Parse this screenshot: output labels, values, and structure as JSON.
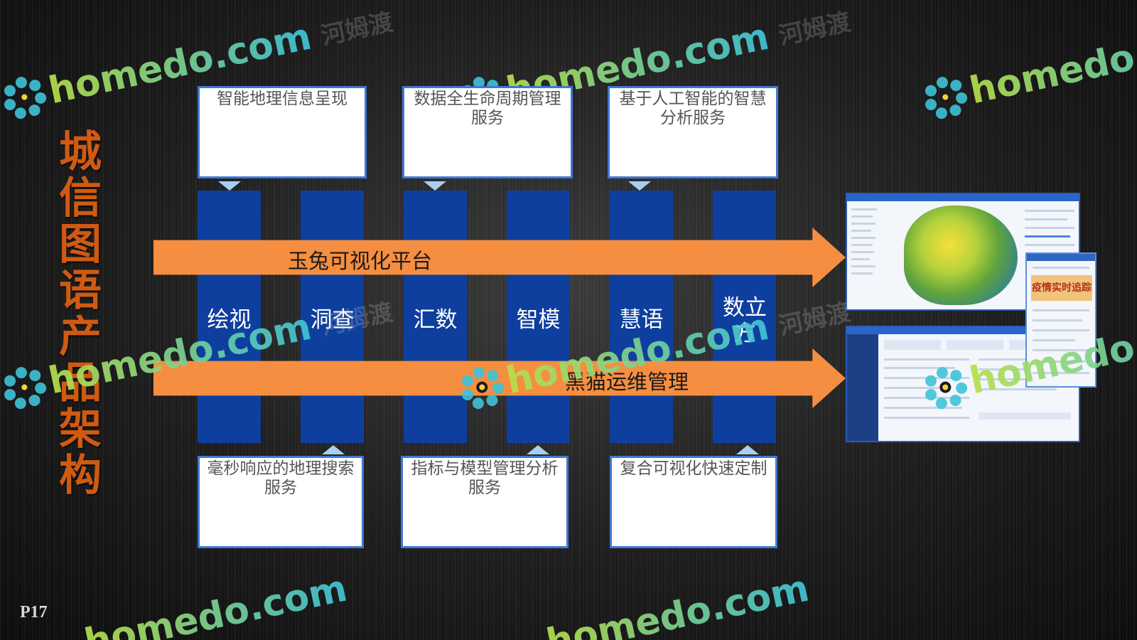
{
  "title": "城信图语产品架构",
  "page_number": "P17",
  "top_boxes": [
    {
      "text": "智能地理信息呈现"
    },
    {
      "text": "数据全生命周期管理服务"
    },
    {
      "text": "基于人工智能的智慧分析服务"
    }
  ],
  "bottom_boxes": [
    {
      "text": "毫秒响应的地理搜索服务"
    },
    {
      "text": "指标与模型管理分析服务"
    },
    {
      "text": "复合可视化快速定制"
    }
  ],
  "columns": [
    {
      "label": "绘视"
    },
    {
      "label": "洞查"
    },
    {
      "label": "汇数"
    },
    {
      "label": "智模"
    },
    {
      "label": "慧语"
    },
    {
      "label": "数立方"
    }
  ],
  "arrows": [
    {
      "label": "玉兔可视化平台"
    },
    {
      "label": "黑猫运维管理"
    }
  ],
  "poster_text": "疫情实时追踪",
  "watermark": {
    "text": "homedo.com",
    "cn": "河姆渡"
  },
  "colors": {
    "title": "#d05a12",
    "column": "#0e3f9e",
    "arrow": "#f58e40",
    "box_border": "#3e78d6",
    "pointer": "#a9cff0"
  }
}
